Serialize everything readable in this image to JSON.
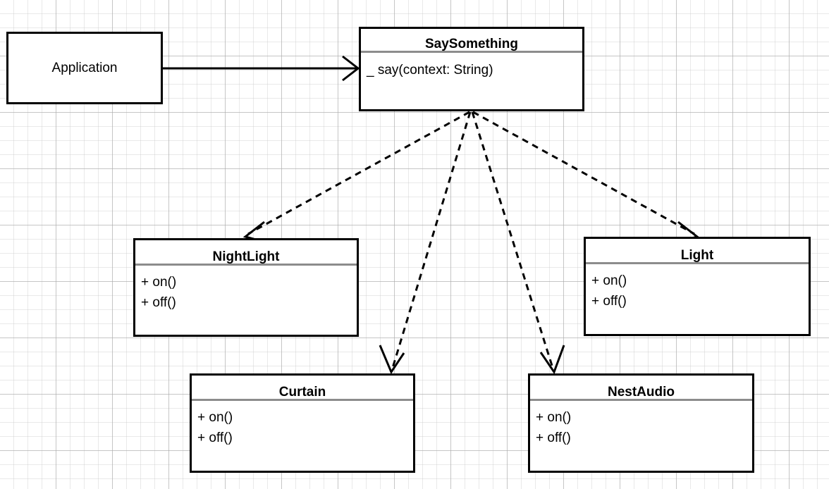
{
  "diagram": {
    "type": "uml-class-diagram",
    "background": "graph-paper-grid",
    "colors": {
      "box_border": "#000000",
      "box_fill": "#ffffff",
      "compartment_separator": "#8c8c8c",
      "edge": "#000000",
      "grid_minor": "#c8c8c8",
      "grid_major": "#aaaaaa"
    }
  },
  "classes": {
    "application": {
      "name": "Application",
      "members": []
    },
    "saysomething": {
      "name": "SaySomething",
      "members": [
        {
          "text": "_ say(context: String)"
        }
      ]
    },
    "nightlight": {
      "name": "NightLight",
      "members": [
        {
          "text": "+ on()"
        },
        {
          "text": "+ off()"
        }
      ]
    },
    "light": {
      "name": "Light",
      "members": [
        {
          "text": "+ on()"
        },
        {
          "text": "+ off()"
        }
      ]
    },
    "curtain": {
      "name": "Curtain",
      "members": [
        {
          "text": "+ on()"
        },
        {
          "text": "+ off()"
        }
      ]
    },
    "nestaudio": {
      "name": "NestAudio",
      "members": [
        {
          "text": "+ on()"
        },
        {
          "text": "+ off()"
        }
      ]
    }
  },
  "edges": [
    {
      "id": "application-to-saysomething",
      "from": "Application",
      "to": "SaySomething",
      "style": "solid",
      "arrowhead": "open-v"
    },
    {
      "id": "saysomething-to-nightlight",
      "from": "SaySomething",
      "to": "NightLight",
      "style": "dashed",
      "arrowhead": "open-v"
    },
    {
      "id": "saysomething-to-curtain",
      "from": "SaySomething",
      "to": "Curtain",
      "style": "dashed",
      "arrowhead": "open-v"
    },
    {
      "id": "saysomething-to-nestaudio",
      "from": "SaySomething",
      "to": "NestAudio",
      "style": "dashed",
      "arrowhead": "open-v"
    },
    {
      "id": "saysomething-to-light",
      "from": "SaySomething",
      "to": "Light",
      "style": "dashed",
      "arrowhead": "open-v"
    }
  ]
}
